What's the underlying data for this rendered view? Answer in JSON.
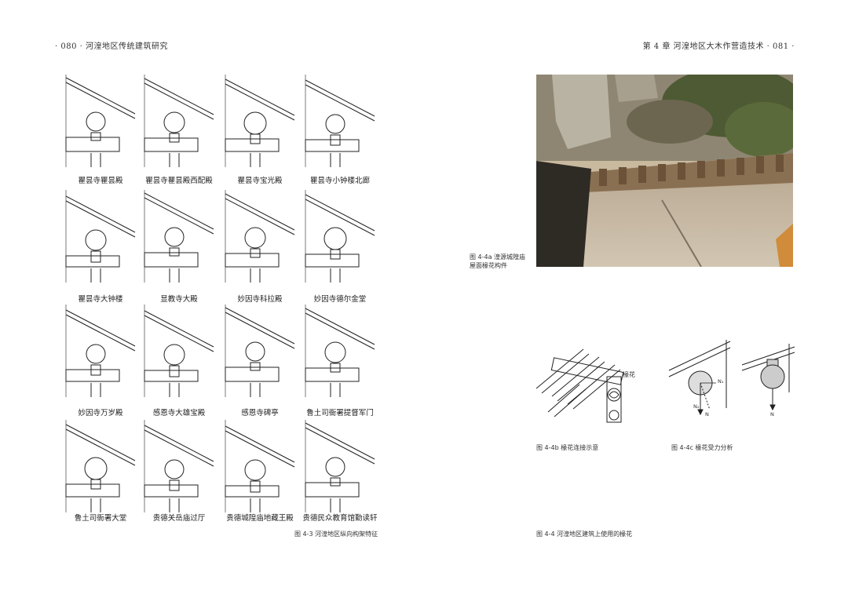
{
  "header": {
    "left": "· 080 ·   河湟地区传统建筑研究",
    "right": "第 4 章   河湟地区大木作营造技术   · 081 ·"
  },
  "left_page": {
    "labels": [
      "瞿昙寺瞿昙殿",
      "瞿昙寺瞿昙殿西配殿",
      "瞿昙寺宝光殿",
      "瞿昙寺小钟楼北廊",
      "瞿昙寺大钟楼",
      "显教寺大殿",
      "妙因寺科拉殿",
      "妙因寺德尔金堂",
      "妙因寺万岁殿",
      "感恩寺大雄宝殿",
      "感恩寺碑亭",
      "鲁土司衙署提督军门",
      "鲁土司衙署大堂",
      "贵德关岳庙过厅",
      "贵德城隍庙地藏王殿",
      "贵德民众教育馆勤读轩"
    ],
    "caption": "图 4-3   河湟地区纵向构架特征"
  },
  "right_page": {
    "photo_caption_line1": "图 4-4a   湟源城隍庙",
    "photo_caption_line2": "屋面椽花构件",
    "fig_b_callout": "椽花",
    "fig_b_caption": "图 4-4b   椽花连接示意",
    "fig_c_n1": "N₁",
    "fig_c_n2": "N₂",
    "fig_c_n": "N",
    "fig_c_n_right": "N",
    "fig_c_caption": "图 4-4c   椽花受力分析",
    "main_caption": "图 4-4   河湟地区建筑上使用的椽花"
  }
}
